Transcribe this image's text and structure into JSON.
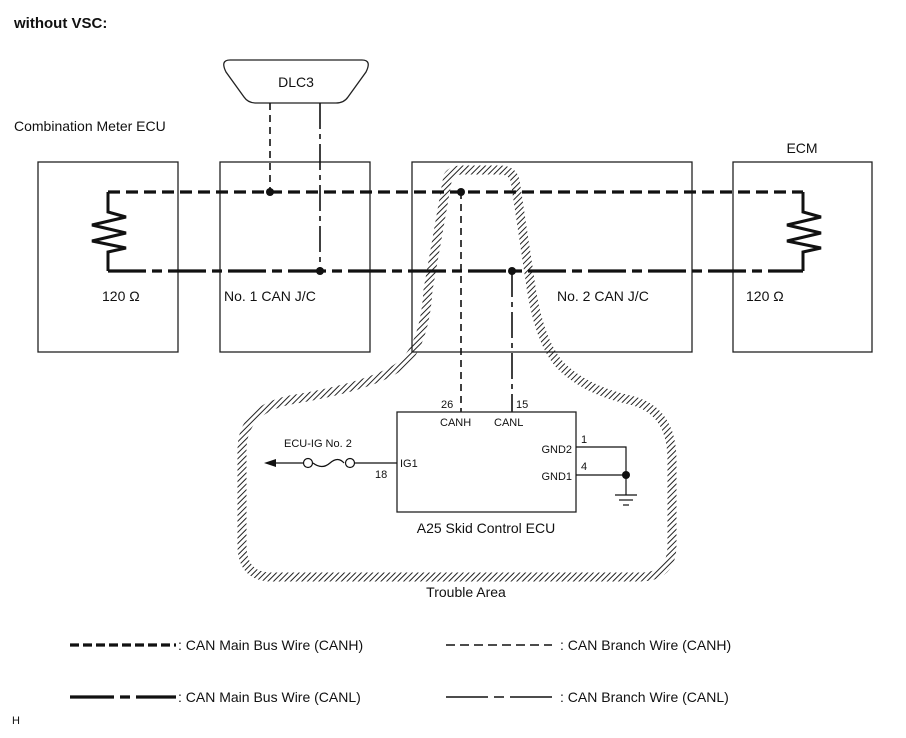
{
  "title": "without VSC:",
  "components": {
    "dlc3": "DLC3",
    "combination_meter": "Combination Meter ECU",
    "ecm": "ECM",
    "jc1": "No. 1 CAN J/C",
    "jc2": "No. 2 CAN J/C",
    "resistor_left": "120 Ω",
    "resistor_right": "120 Ω",
    "skid_ecu": "A25  Skid Control ECU"
  },
  "skid_ecu_pins": {
    "canh_pin": "26",
    "canh_label": "CANH",
    "canl_pin": "15",
    "canl_label": "CANL",
    "ig1_pin": "18",
    "ig1_label": "IG1",
    "gnd2_pin": "1",
    "gnd2_label": "GND2",
    "gnd1_pin": "4",
    "gnd1_label": "GND1"
  },
  "fuse_label": "ECU-IG No. 2",
  "trouble_area_label": "Trouble Area",
  "legend": [
    {
      "style": "main-canh",
      "label": ": CAN Main Bus Wire (CANH)"
    },
    {
      "style": "branch-canh",
      "label": ": CAN Branch Wire (CANH)"
    },
    {
      "style": "main-canl",
      "label": ": CAN Main Bus Wire (CANL)"
    },
    {
      "style": "branch-canl",
      "label": ": CAN Branch Wire (CANL)"
    }
  ],
  "corner_mark": "H"
}
